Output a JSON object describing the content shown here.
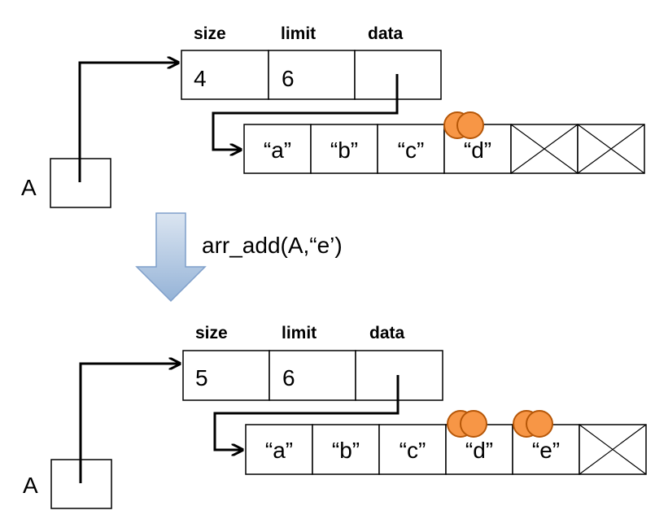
{
  "variable_name": "A",
  "operation": "arr_add(A,“e’)",
  "before": {
    "headers": {
      "size": "size",
      "limit": "limit",
      "data": "data"
    },
    "size": "4",
    "limit": "6",
    "cells": [
      "“a”",
      "“b”",
      "“c”",
      "“d”",
      "",
      ""
    ]
  },
  "after": {
    "headers": {
      "size": "size",
      "limit": "limit",
      "data": "data"
    },
    "size": "5",
    "limit": "6",
    "cells": [
      "“a”",
      "“b”",
      "“c”",
      "“d”",
      "“e”",
      ""
    ]
  },
  "colors": {
    "marker_fill": "#f79646",
    "marker_stroke": "#b65708",
    "arrow_top": "#dbe5f1",
    "arrow_bottom": "#95b3d7",
    "arrow_stroke": "#7f9fca"
  }
}
